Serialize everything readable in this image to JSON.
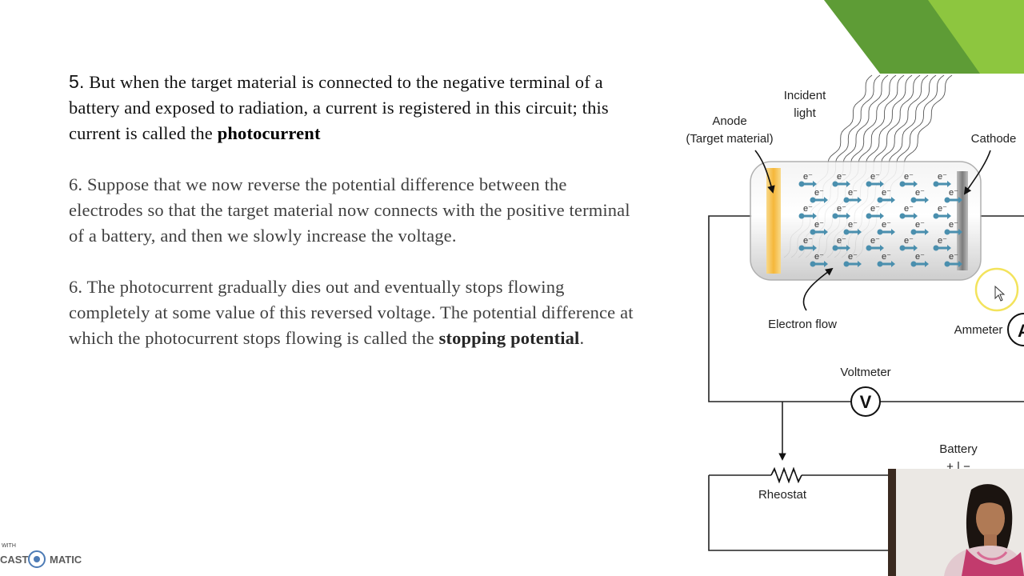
{
  "slide": {
    "paragraphs": {
      "p5": {
        "number": "5.",
        "text": " But when the target material is connected to the negative terminal of a battery and exposed to radiation, a current is registered in this circuit; this current is called the ",
        "bold": "photocurrent"
      },
      "p6a": {
        "text": "6. Suppose that we now reverse the potential difference between the electrodes so that the target material now connects with the positive terminal of a battery, and then we slowly increase the voltage."
      },
      "p6b": {
        "text": "6.  The photocurrent gradually dies out and eventually stops flowing completely at some value of this reversed voltage. The potential difference at which the photocurrent stops flowing is called the ",
        "bold": "stopping potential",
        "end": "."
      }
    }
  },
  "diagram": {
    "incident_light_line1": "Incident",
    "incident_light_line2": "light",
    "anode_line1": "Anode",
    "anode_line2": "(Target material)",
    "cathode": "Cathode",
    "electron_flow": "Electron flow",
    "ammeter": "Ammeter",
    "ammeter_symbol": "A",
    "voltmeter": "Voltmeter",
    "voltmeter_symbol": "V",
    "battery": "Battery",
    "battery_signs": "+ | −",
    "rheostat": "Rheostat",
    "electron_symbol": "e⁻"
  },
  "watermark": {
    "top": "WITH",
    "brand_left": "CAST",
    "brand_right": "MATIC"
  },
  "colors": {
    "green_dark": "#4e8a2e",
    "green_light": "#8dc63f",
    "anode": "#f6c35a",
    "electron": "#4a8fae",
    "cursor_ring": "#f2e04a"
  }
}
